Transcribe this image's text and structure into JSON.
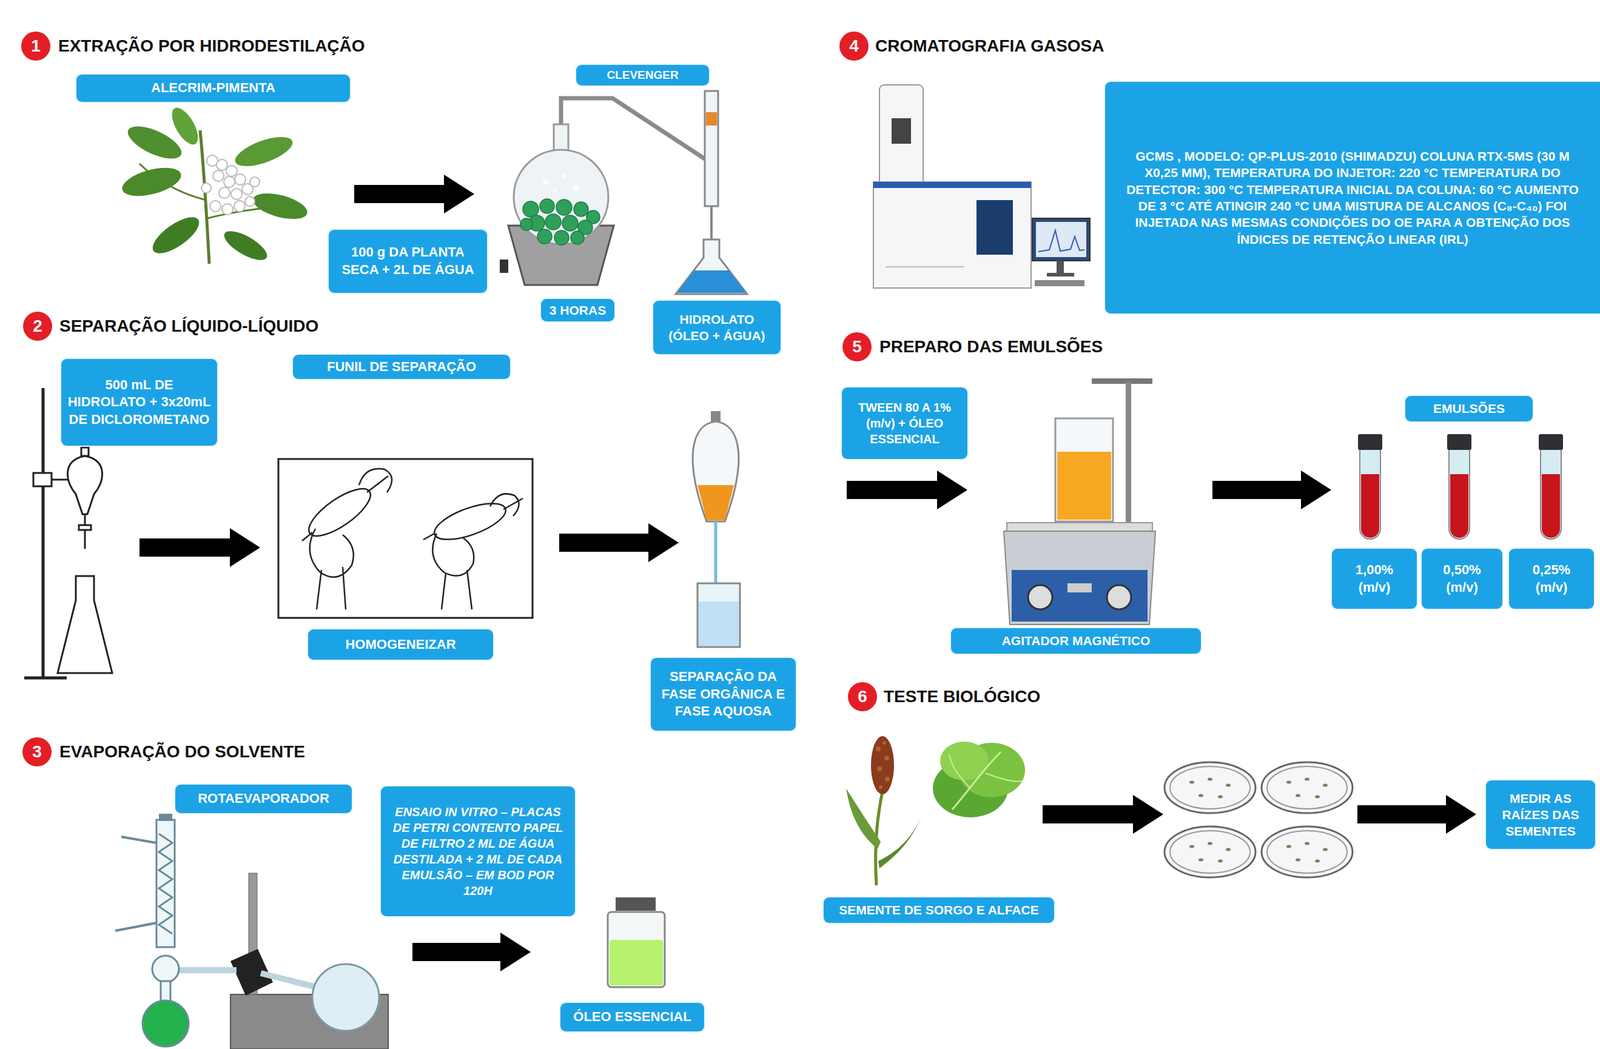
{
  "diagram": {
    "nodes": [
      {
        "text": [
          "1"
        ]
      },
      {
        "text": [
          "ALECRIM-PIMENTA"
        ]
      },
      {
        "text": [
          "CLEVENGER"
        ]
      },
      {
        "text": [
          "100 g DA PLANTA SECA + 2L DE ÁGUA"
        ]
      },
      {
        "text": [
          "3 HORAS"
        ]
      },
      {
        "text": [
          "HIDROLATO (ÓLEO + ÁGUA)"
        ]
      },
      {
        "text": [
          "2"
        ]
      },
      {
        "text": [
          "500 mL DE HIDROLATO + 3x20mL DE DICLOROMETANO"
        ]
      },
      {
        "text": [
          "FUNIL DE SEPARAÇÃO"
        ]
      },
      {
        "text": [
          "HOMOGENEIZAR"
        ]
      },
      {
        "text": [
          "SEPARAÇÃO DA FASE ORGÂNICA E FASE AQUOSA"
        ]
      },
      {
        "text": [
          "3"
        ]
      },
      {
        "text": [
          "ROTAEVAPORADOR"
        ]
      },
      {
        "text": [
          "ENSAIO IN VITRO – PLACAS DE PETRI CONTENTO PAPEL DE FILTRO 2 ML DE ÁGUA DESTILADA + 2 ML DE CADA EMULSÃO – EM BOD POR 120H"
        ]
      },
      {
        "text": [
          "ÓLEO ESSENCIAL"
        ]
      },
      {
        "text": [
          "4"
        ]
      },
      {
        "text": [
          "GCMS , MODELO: QP-PLUS-2010 (SHIMADZU) COLUNA RTX-5MS (30 M X0,25 MM), TEMPERATURA DO INJETOR: 220 °C TEMPERATURA DO DETECTOR: 300 °C TEMPERATURA INICIAL DA COLUNA: 60 °C AUMENTO DE 3 °C ATÉ ATINGIR 240 °C UMA MISTURA DE ALCANOS (C₈-C₄₀) FOI INJETADA NAS MESMAS CONDIÇÕES DO OE PARA A OBTENÇÃO DOS ÍNDICES DE RETENÇÃO LINEAR (IRL)"
        ]
      },
      {
        "text": [
          "5"
        ]
      },
      {
        "text": [
          "TWEEN 80 A 1% (m/v) + ÓLEO ESSENCIAL"
        ]
      },
      {
        "text": [
          "AGITADOR MAGNÉTICO"
        ]
      },
      {
        "text": [
          "EMULSÕES"
        ]
      },
      {
        "text": [
          "1,00% (m/v)"
        ]
      },
      {
        "text": [
          "0,50% (m/v)"
        ]
      },
      {
        "text": [
          "0,25% (m/v)"
        ]
      },
      {
        "text": [
          "6"
        ]
      },
      {
        "text": [
          "SEMENTE DE SORGO E ALFACE"
        ]
      },
      {
        "text": [
          "MEDIR AS RAÍZES DAS SEMENTES"
        ]
      }
    ],
    "labels": [
      "EXTRAÇÃO POR HIDRODESTILAÇÃO",
      "SEPARAÇÃO LÍQUIDO-LÍQUIDO",
      "EVAPORAÇÃO DO SOLVENTE",
      "CROMATOGRAFIA GASOSA",
      "PREPARO DAS EMULSÕES",
      "TESTE BIOLÓGICO"
    ]
  }
}
